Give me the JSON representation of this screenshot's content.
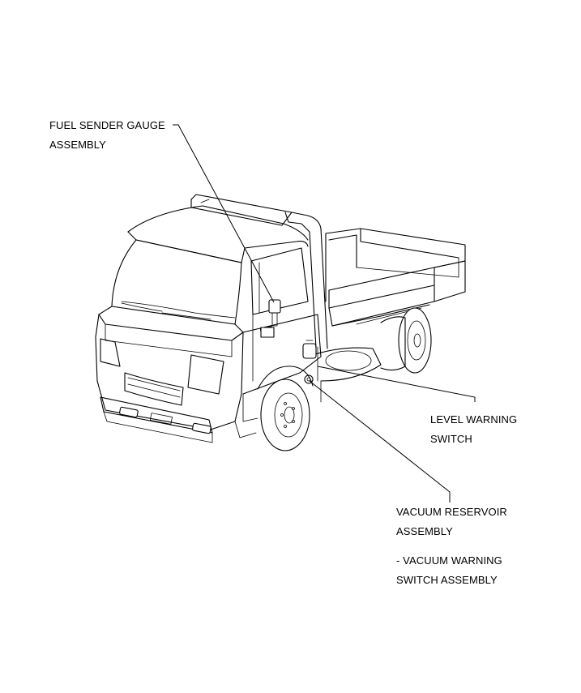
{
  "callouts": {
    "fuel_sender": {
      "line1": "FUEL SENDER GAUGE",
      "line2": "ASSEMBLY"
    },
    "level_warning": {
      "line1": "LEVEL WARNING",
      "line2": "SWITCH"
    },
    "vacuum_reservoir": {
      "line1": "VACUUM RESERVOIR",
      "line2": "ASSEMBLY"
    },
    "vacuum_warning": {
      "line1": "- VACUUM WARNING",
      "line2": "SWITCH ASSEMBLY"
    }
  },
  "colors": {
    "ink": "#000000",
    "paper": "#ffffff"
  }
}
